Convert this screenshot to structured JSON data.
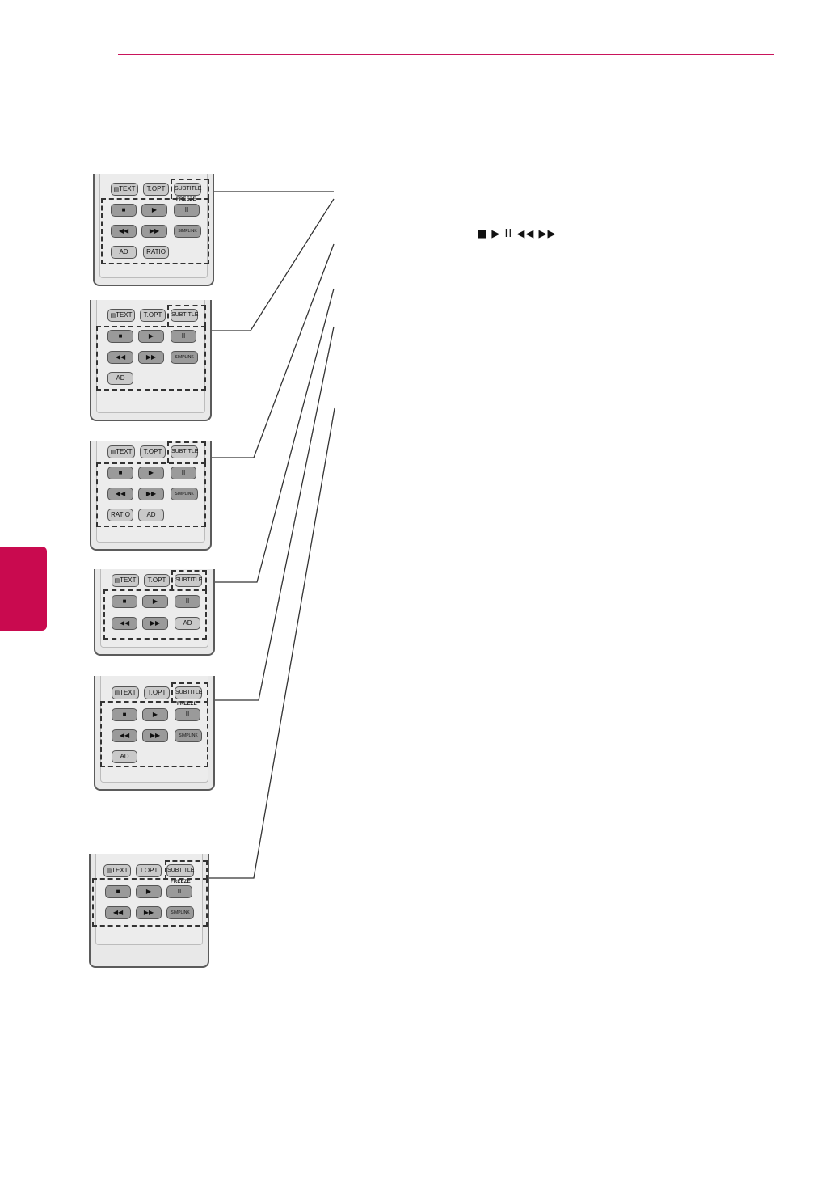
{
  "page": {
    "accent_color": "#c9145b",
    "side_tab_color": "#c90a4f"
  },
  "labels": {
    "text": "TEXT",
    "topt": "T.OPT",
    "subtitle": "SUBTITLE",
    "freeze": "FREEZE",
    "ad": "AD",
    "ratio": "RATIO",
    "simplink": "SIMPLINK"
  },
  "playback_symbols": "■ ▶ II ◀◀ ▶▶"
}
